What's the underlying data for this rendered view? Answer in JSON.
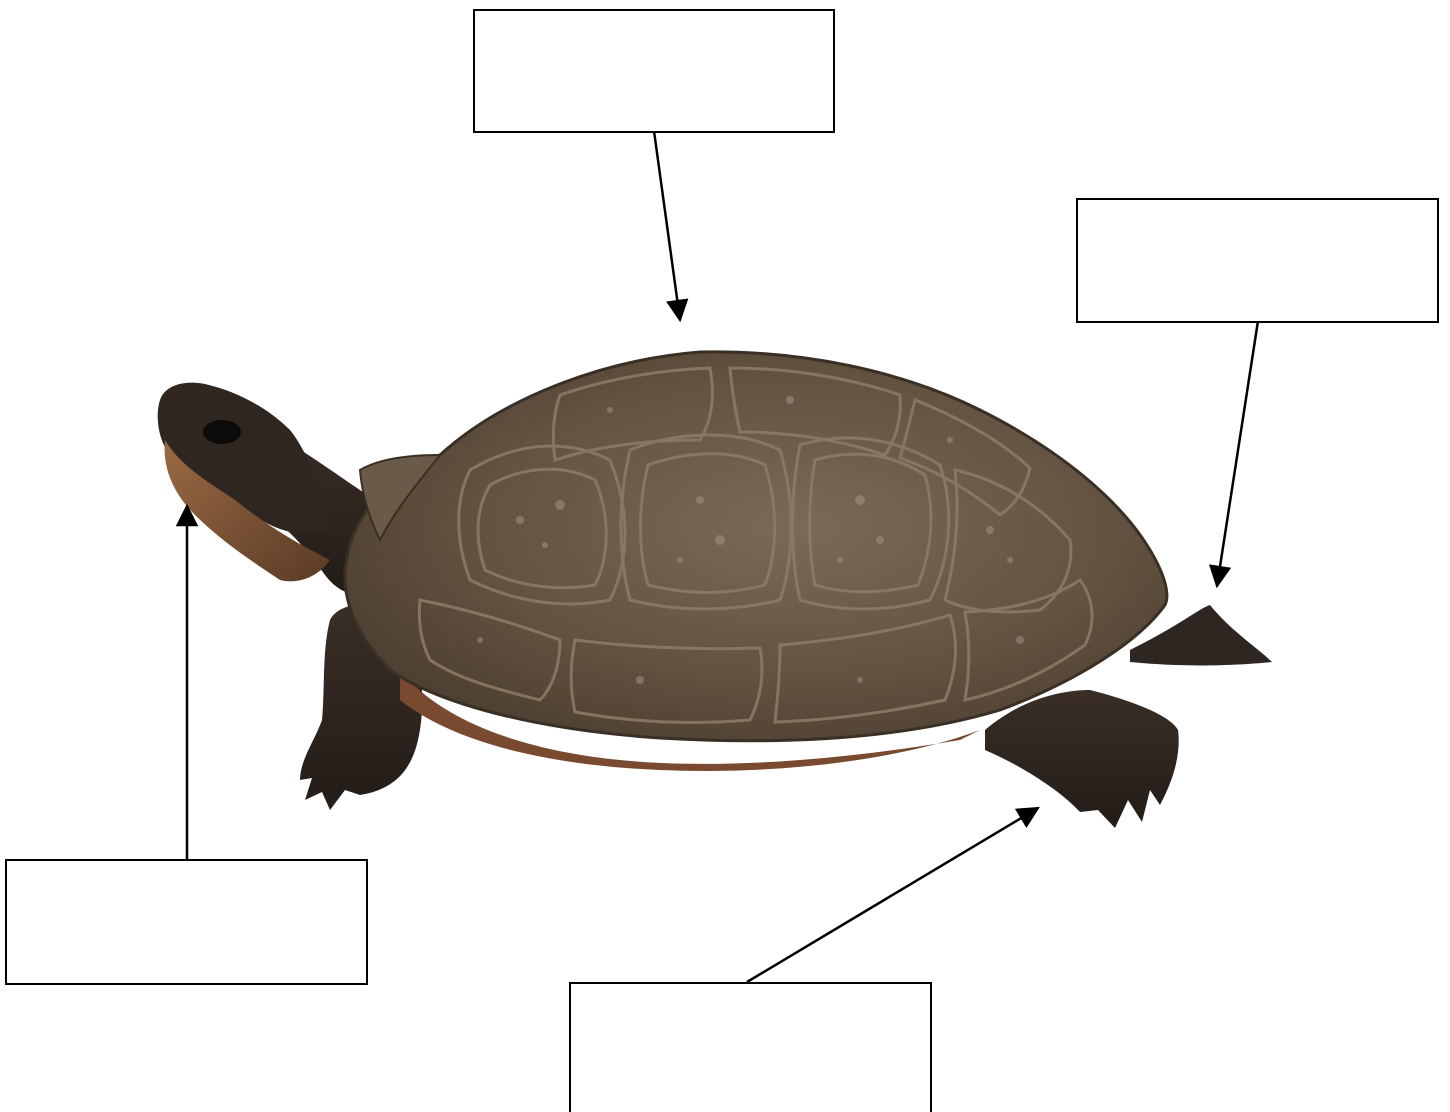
{
  "diagram": {
    "subject": "turtle",
    "palette": {
      "shell_base": "#6b5a48",
      "shell_dark": "#3d332a",
      "shell_ridge": "#8a7a66",
      "skin_dark": "#2b2520",
      "skin_mid": "#4a3a2e",
      "throat": "#8a5a3a",
      "plastron": "#7a4a30",
      "arrow": "#000000"
    },
    "label_boxes": [
      {
        "id": "shell",
        "text": ""
      },
      {
        "id": "tail",
        "text": ""
      },
      {
        "id": "head",
        "text": ""
      },
      {
        "id": "foot",
        "text": ""
      }
    ]
  }
}
